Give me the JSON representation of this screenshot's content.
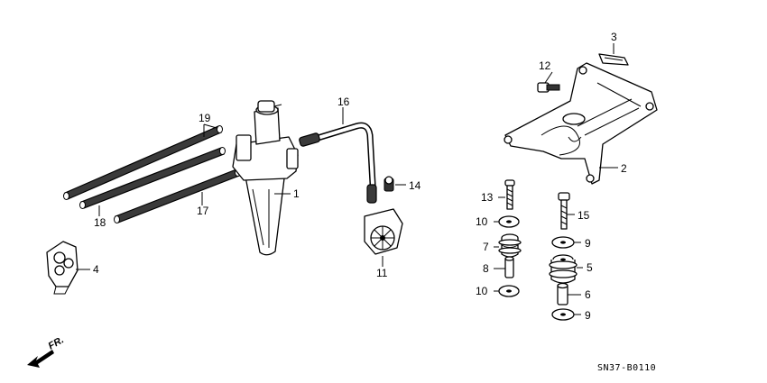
{
  "callouts": {
    "p1": "1",
    "p2": "2",
    "p3": "3",
    "p4": "4",
    "p5": "5",
    "p6": "6",
    "p7": "7",
    "p8": "8",
    "p9a": "9",
    "p9b": "9",
    "p10a": "10",
    "p10b": "10",
    "p11": "11",
    "p12": "12",
    "p13": "13",
    "p14": "14",
    "p15": "15",
    "p16": "16",
    "p17": "17",
    "p18": "18",
    "p19": "19"
  },
  "direction_label": "FR.",
  "diagram_code": "SN37-B0110"
}
